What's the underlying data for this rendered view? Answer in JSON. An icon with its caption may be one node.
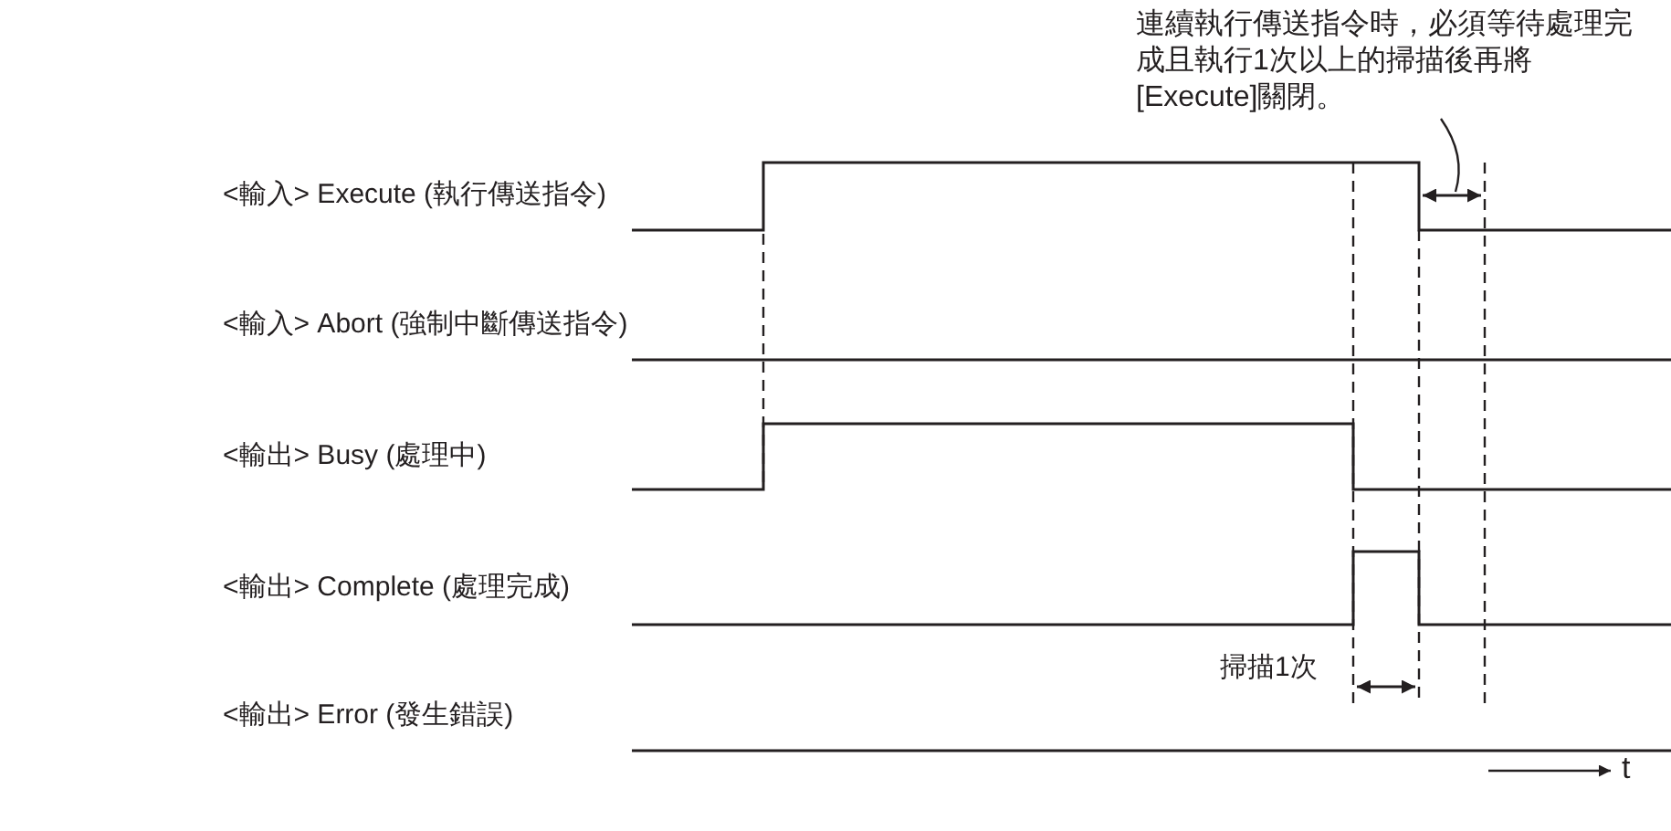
{
  "diagram": {
    "nodes": [
      {
        "text": [
          "連續執行傳送指令時，必須等待處理完成且執行1次以上的掃描後再將[Execute]關閉。"
        ]
      },
      {
        "text": [],
        "shape": "line"
      }
    ],
    "edges": [
      {
        "from": 0,
        "to": 1,
        "arrow": "none"
      }
    ],
    "labels": [
      "<輸入> Execute (執行傳送指令)",
      "<輸入> Abort (強制中斷傳送指令)",
      "<輸出> Busy (處理中)",
      "<輸出> Complete (處理完成)",
      "掃描1次",
      "<輸出> Error (發生錯誤)",
      "t"
    ]
  }
}
